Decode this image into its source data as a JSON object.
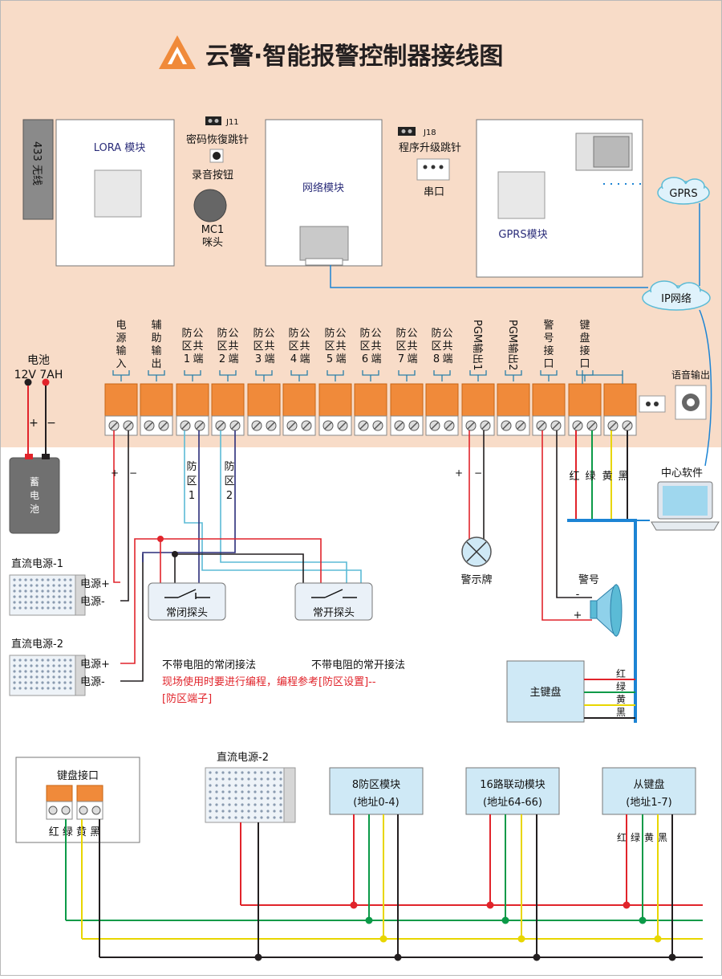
{
  "title": "云警·智能报警控制器接线图",
  "colors": {
    "board": "#f8dcc8",
    "terminal": "#f08a3a",
    "red": "#e1242b",
    "green": "#0b9a48",
    "yellow": "#e8d600",
    "black": "#231f20",
    "cyan": "#5bbbd6",
    "navy": "#2b2d7a",
    "blue": "#1c84d4",
    "module": "#cfe9f6"
  },
  "board": {
    "antenna": "433 无线",
    "lora": "LORA 模块",
    "j11": "J11",
    "pwd_reset": "密码恢復跳针",
    "rec_button": "录音按钮",
    "mc1": "MC1",
    "mic": "咪头",
    "network": "网络模块",
    "j18": "J18",
    "upgrade": "程序升级跳针",
    "serial": "串口",
    "gprs_module": "GPRS模块",
    "gprs_cloud": "GPRS",
    "ip_cloud": "IP网络",
    "voice_out": "语音输出"
  },
  "terminals": [
    {
      "label": "电源输入"
    },
    {
      "label": "辅助输出"
    },
    {
      "label": "防区1公共端"
    },
    {
      "label": "防区2公共端"
    },
    {
      "label": "防区3公共端"
    },
    {
      "label": "防区4公共端"
    },
    {
      "label": "防区5公共端"
    },
    {
      "label": "防区6公共端"
    },
    {
      "label": "防区7公共端"
    },
    {
      "label": "防区8公共端"
    },
    {
      "label": "PGM输出1"
    },
    {
      "label": "PGM输出2"
    },
    {
      "label": "警号接口"
    },
    {
      "label": "键盘接口"
    }
  ],
  "battery": {
    "label": "电池",
    "spec": "12V 7AH",
    "plus": "+",
    "minus": "−",
    "body": "蓄电池"
  },
  "power1": {
    "title": "直流电源-1",
    "plus": "电源+",
    "minus": "电源-"
  },
  "power2": {
    "title": "直流电源-2",
    "plus": "电源+",
    "minus": "电源-"
  },
  "wiring": {
    "plus": "+",
    "minus": "−",
    "zone1": "防区1",
    "zone2": "防区2",
    "nc_probe": "常闭探头",
    "no_probe": "常开探头",
    "nc_note": "不带电阻的常闭接法",
    "no_note": "不带电阻的常开接法",
    "warning_1": "现场使用时要进行编程，编程参考[防区设置]--",
    "warning_2": "[防区端子]",
    "lamp": "警示牌",
    "siren": "警号",
    "siren_minus": "-",
    "siren_plus": "+",
    "center": "中心软件",
    "kb_colors": [
      "红",
      "绿",
      "黄",
      "黑"
    ],
    "main_kb": "主键盘",
    "kb_wire_labels": [
      "红",
      "绿",
      "黄",
      "黑"
    ]
  },
  "bus": {
    "kb_port": "键盘接口",
    "kb_colors": "红 绿 黄 黑",
    "power": "直流电源-2",
    "modules": [
      {
        "name": "8防区模块",
        "addr": "(地址0-4)"
      },
      {
        "name": "16路联动模块",
        "addr": "(地址64-66)"
      },
      {
        "name": "从键盘",
        "addr": "(地址1-7)"
      }
    ],
    "slave_colors": [
      "红",
      "绿",
      "黄",
      "黑"
    ]
  }
}
